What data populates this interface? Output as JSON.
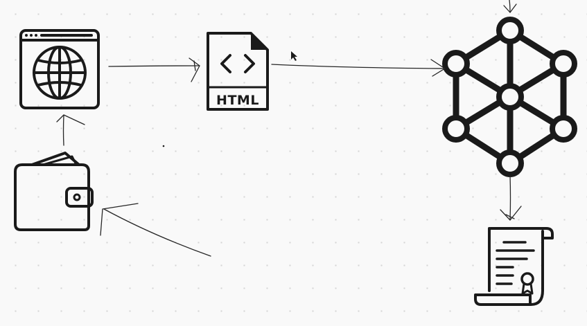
{
  "nodes": {
    "browser": {
      "icon": "browser-globe-icon"
    },
    "html_file": {
      "icon": "html-file-icon",
      "label": "HTML"
    },
    "network": {
      "icon": "network-graph-icon"
    },
    "wallet": {
      "icon": "wallet-icon"
    },
    "certificate": {
      "icon": "certificate-scroll-icon"
    }
  },
  "edges": [
    {
      "from": "browser",
      "to": "html_file"
    },
    {
      "from": "html_file",
      "to": "network"
    },
    {
      "from": "network",
      "to": "certificate"
    },
    {
      "from": "wallet",
      "to": "browser"
    },
    {
      "from": "outside",
      "to": "wallet"
    }
  ],
  "colors": {
    "ink": "#1a1a1a",
    "background": "#f9f9f9",
    "grid_dot": "#d6d6d6"
  }
}
